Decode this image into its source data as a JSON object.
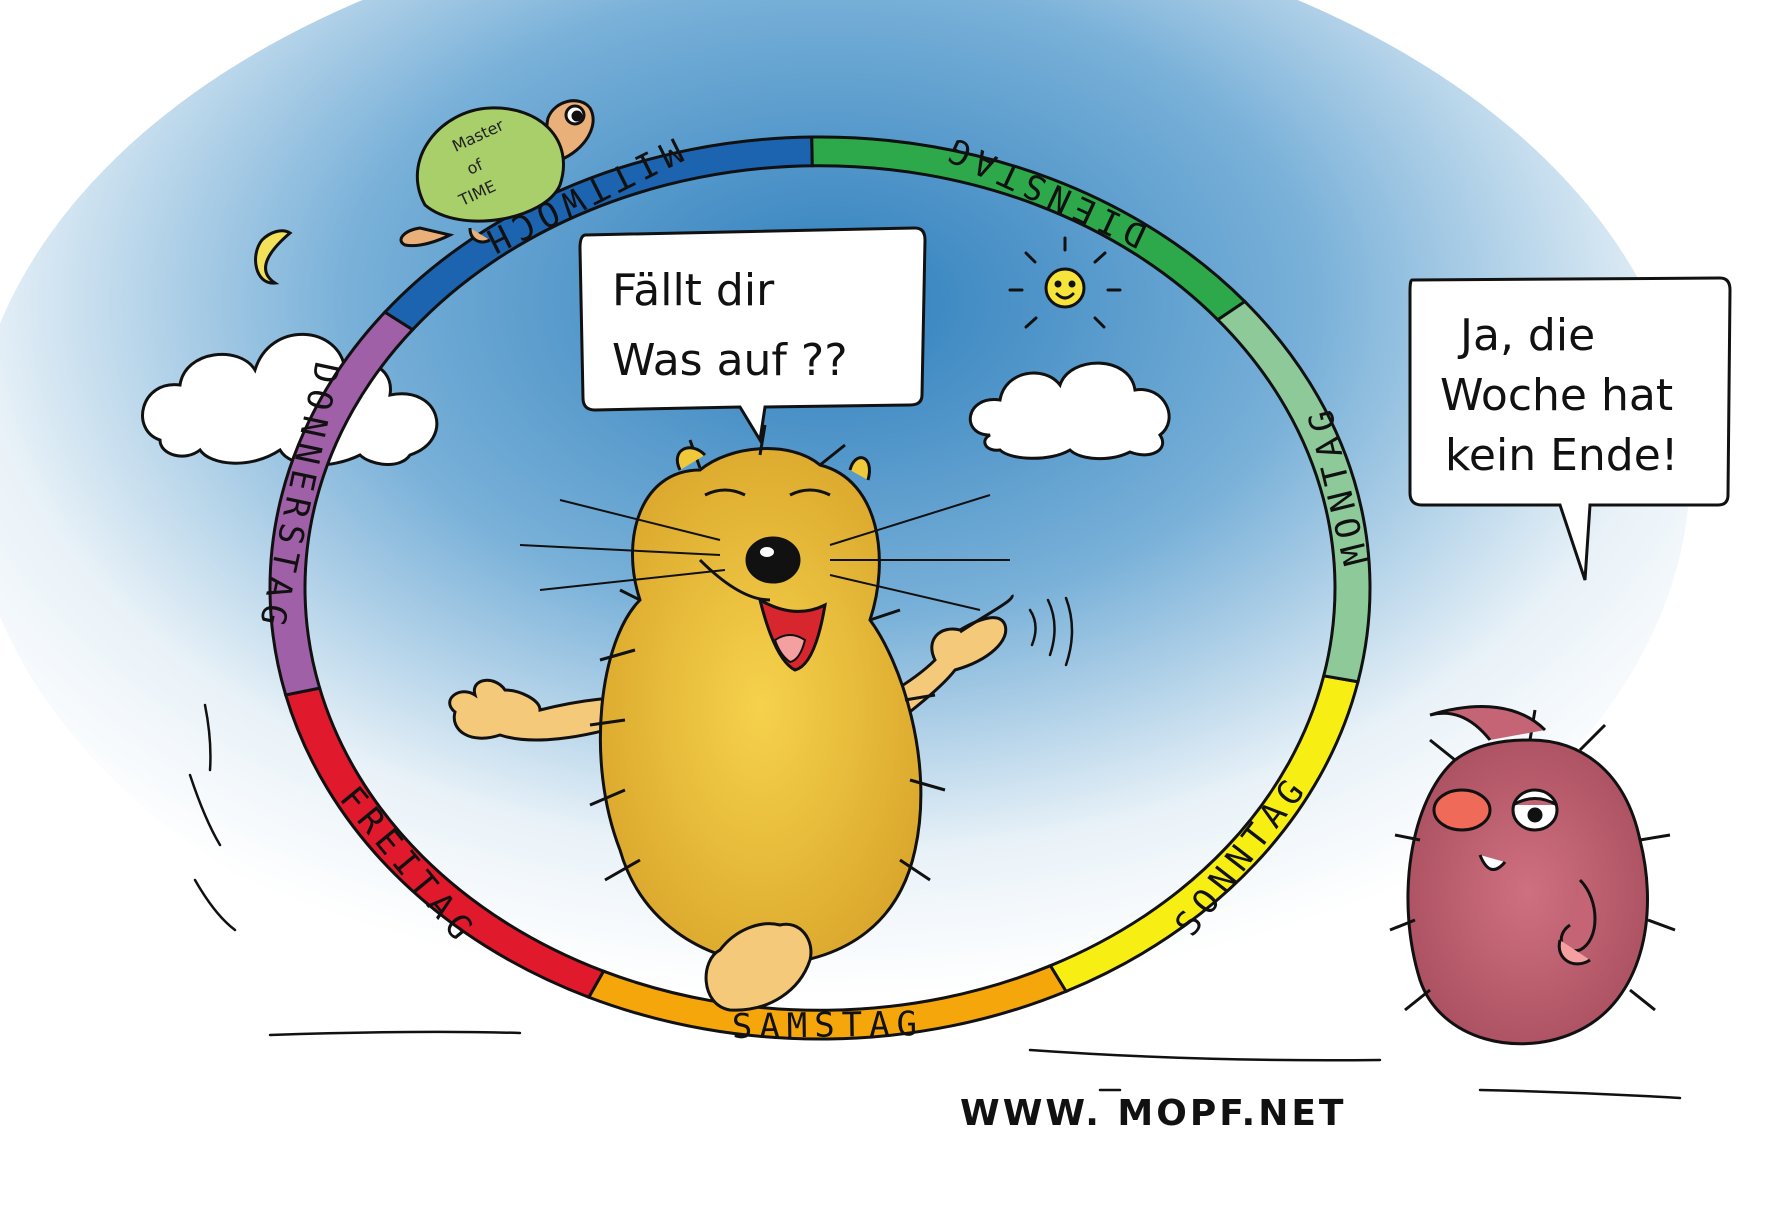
{
  "weekdays": [
    {
      "key": "sonntag",
      "label": "SONNTAG",
      "color": "#f7ee14"
    },
    {
      "key": "montag",
      "label": "MONTAG",
      "color": "#8ec99a"
    },
    {
      "key": "dienstag",
      "label": "DIENSTAG",
      "color": "#2da84a"
    },
    {
      "key": "mittwoch",
      "label": "MITTWOCH",
      "color": "#1c63b0"
    },
    {
      "key": "donnerstag",
      "label": "DONNERSTAG",
      "color": "#a060a8"
    },
    {
      "key": "freitag",
      "label": "FREITAG",
      "color": "#e0192c"
    },
    {
      "key": "samstag",
      "label": "SAMSTAG",
      "color": "#f5a60a"
    }
  ],
  "bubble_left": {
    "line1": "Fällt dir",
    "line2": "Was auf ??"
  },
  "bubble_right": {
    "line1": "Ja, die",
    "line2": "Woche hat",
    "line3": "kein Ende!"
  },
  "turtle_shell": {
    "line1": "Master",
    "line2": "of",
    "line3": "TIME"
  },
  "website": "WWW. MOPF.NET",
  "colors": {
    "sky_top": "#3a8ac2",
    "sky_bottom": "#ffffff",
    "yellow_creature": "#f0c93a",
    "pink_creature": "#c46474",
    "turtle_shell": "#a8cf6a"
  }
}
